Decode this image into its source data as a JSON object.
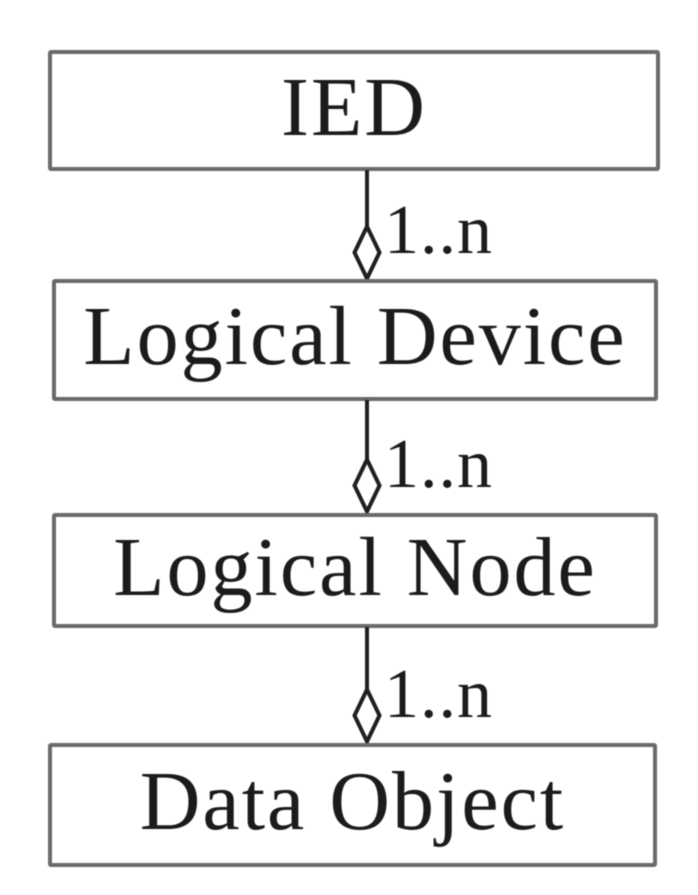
{
  "diagram": {
    "type": "uml-aggregation-hierarchy",
    "nodes": [
      {
        "id": "ied",
        "label": "IED"
      },
      {
        "id": "logical-device",
        "label": "Logical Device"
      },
      {
        "id": "logical-node",
        "label": "Logical Node"
      },
      {
        "id": "data-object",
        "label": "Data Object"
      }
    ],
    "connectors": [
      {
        "from": "IED",
        "to": "Logical Device",
        "end_marker": "hollow-diamond",
        "multiplicity": "1..n"
      },
      {
        "from": "Logical Device",
        "to": "Logical Node",
        "end_marker": "hollow-diamond",
        "multiplicity": "1..n"
      },
      {
        "from": "Logical Node",
        "to": "Data Object",
        "end_marker": "hollow-diamond",
        "multiplicity": "1..n"
      }
    ],
    "colors": {
      "background": "#ffffff",
      "box_fill": "#ffffff",
      "box_border": "#6a6a6a",
      "text": "#1b1b1b",
      "connector": "#1f1f1f"
    }
  }
}
